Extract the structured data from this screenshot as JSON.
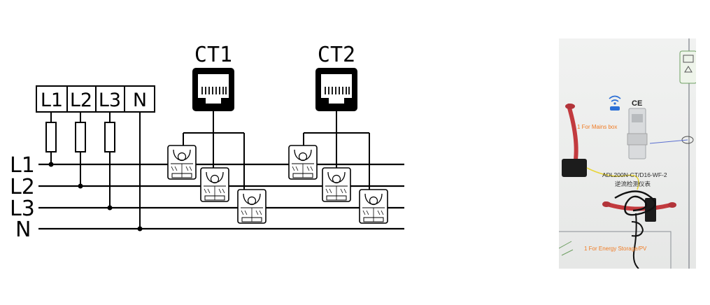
{
  "terminals": [
    "L1",
    "L2",
    "L3",
    "N"
  ],
  "cts": [
    "CT1",
    "CT2"
  ],
  "lines": [
    "L1",
    "L2",
    "L3",
    "N"
  ],
  "photo": {
    "mains_label": "1 For Mains box",
    "meter_model": "ADL200N-CT/D16-WF-2",
    "meter_cn": "逆流检测仪表",
    "ess_label": "1 For Energy Storage/PV",
    "ce_mark": "CE"
  },
  "colors": {
    "line": "#000000",
    "photo_label": "#f07a23",
    "cable_red": "#c23a3e",
    "wifi_icon": "#2b6fd6"
  }
}
